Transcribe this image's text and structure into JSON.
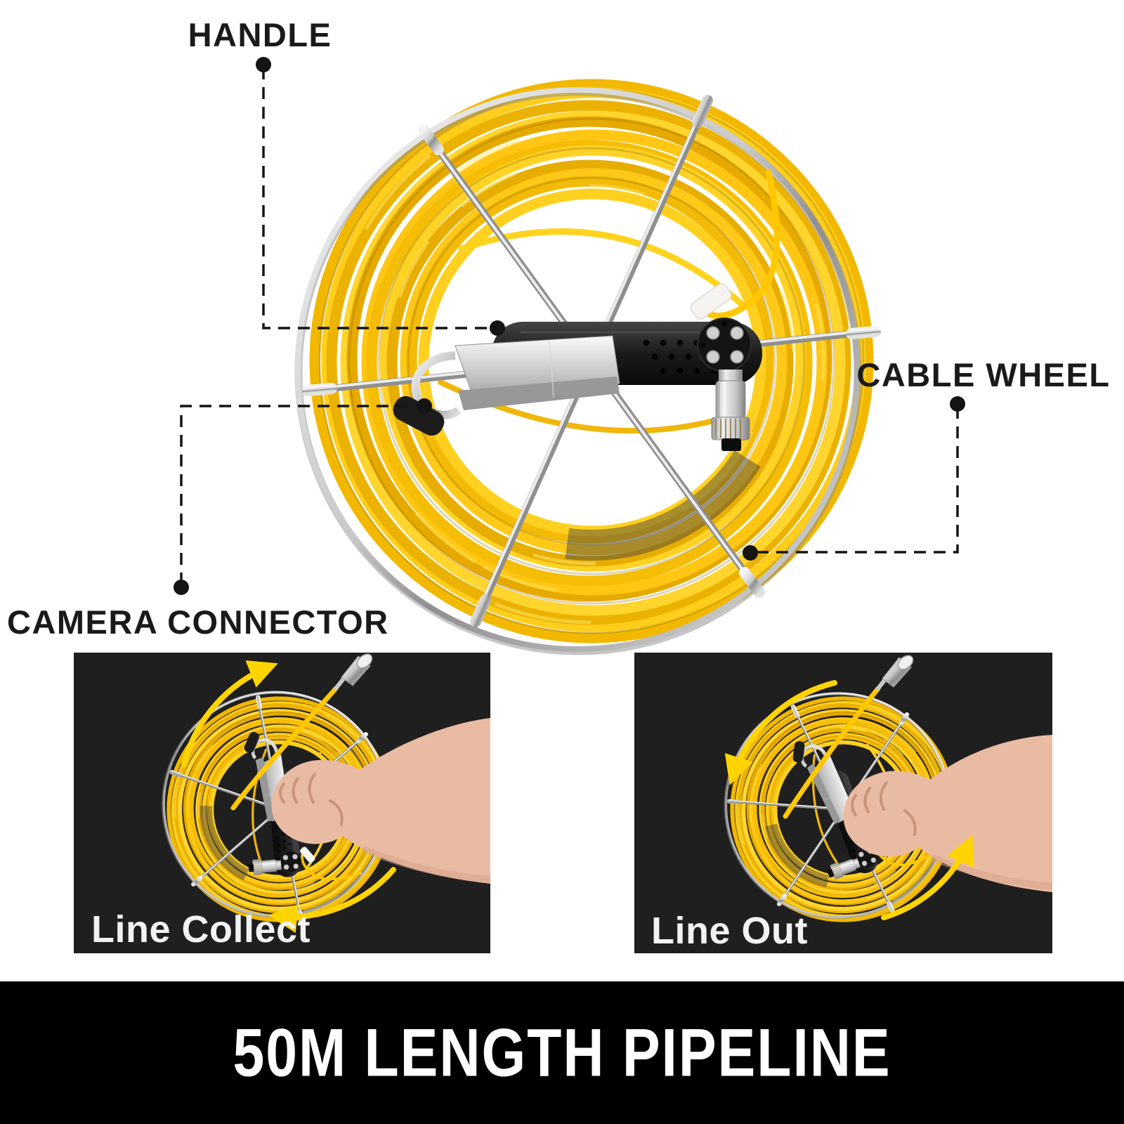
{
  "callouts": {
    "handle": "HANDLE",
    "cable_wheel": "CABLE WHEEL",
    "camera_connector": "CAMERA CONNECTOR"
  },
  "photos": {
    "left_label": "Line Collect",
    "right_label": "Line Out"
  },
  "banner": {
    "title": "50M LENGTH PIPELINE"
  },
  "icons": {
    "rotation_arrows": "curved-rotation-arrow-icon",
    "callout_connectors": "dashed-leader-line-with-dot"
  },
  "palette": {
    "cable_yellow": "#FFC800",
    "arrow_yellow": "#FFD400",
    "banner_bg": "#000000",
    "banner_text": "#FFFFFF",
    "label_text": "#1A1A1A",
    "photo_bg": "#1F1F1F",
    "photo_label_text": "#F2F2F2",
    "skin": "#E9BBA3",
    "callout_line": "#141414"
  }
}
